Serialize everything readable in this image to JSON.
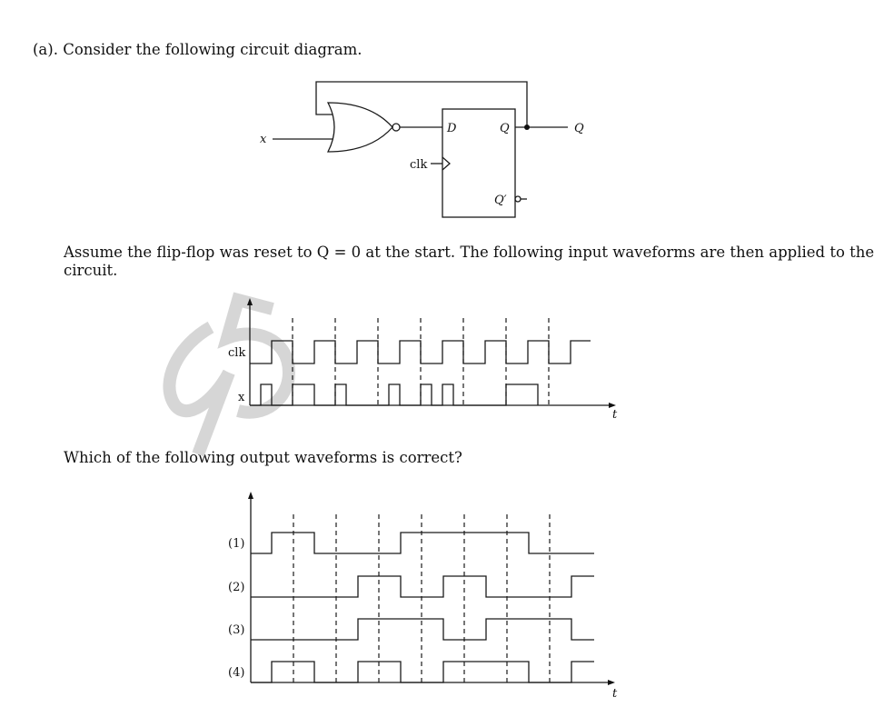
{
  "question": {
    "part_label": "(a).",
    "intro": "Consider the following circuit diagram.",
    "assumption_line1": "Assume the flip-flop was reset to Q = 0 at the start. The following input waveforms are then applied to the",
    "assumption_line2": "circuit.",
    "prompt": "Which of the following output waveforms is correct?"
  },
  "circuit": {
    "gate_type": "NOR",
    "input_label": "x",
    "flipflop_type": "D",
    "d_label": "D",
    "q_label": "Q",
    "qbar_label": "Q′",
    "clk_label": "clk",
    "output_label": "Q",
    "feedback": "Q fed back to NOR input"
  },
  "chart_data": [
    {
      "type": "line",
      "title": "Input waveforms",
      "xlabel": "t",
      "ylabel": "",
      "grid_dashed_at_clock_edges": 7,
      "series": [
        {
          "name": "clk",
          "edges_x": [
            0,
            0.5,
            1,
            1.5,
            2,
            2.5,
            3,
            3.5,
            4,
            4.5,
            5,
            5.5,
            6,
            6.5,
            7,
            7.5,
            8
          ],
          "levels": [
            0,
            1,
            0,
            1,
            0,
            1,
            0,
            1,
            0,
            1,
            0,
            1,
            0,
            1,
            0,
            1
          ]
        },
        {
          "name": "x",
          "pulses": [
            [
              0.25,
              0.5
            ],
            [
              1,
              1.5
            ],
            [
              2,
              2.25
            ],
            [
              3.25,
              3.5
            ],
            [
              4,
              4.25
            ],
            [
              4.5,
              4.75
            ],
            [
              6,
              6.5
            ]
          ]
        }
      ]
    },
    {
      "type": "line",
      "title": "Candidate output waveforms",
      "xlabel": "t",
      "ylabel": "",
      "series": [
        {
          "name": "(1)",
          "high_intervals": [
            [
              0.5,
              1.5
            ],
            [
              3.5,
              6.5
            ]
          ]
        },
        {
          "name": "(2)",
          "high_intervals": [
            [
              2.5,
              3.5
            ],
            [
              4.5,
              5.5
            ],
            [
              7.5,
              8
            ]
          ]
        },
        {
          "name": "(3)",
          "high_intervals": [
            [
              2.5,
              4.5
            ],
            [
              5.5,
              7.5
            ]
          ]
        },
        {
          "name": "(4)",
          "high_intervals": [
            [
              0.5,
              1.5
            ],
            [
              2.5,
              3.5
            ],
            [
              4.5,
              6.5
            ],
            [
              7.5,
              8
            ]
          ]
        }
      ]
    }
  ],
  "inputs_plot": {
    "clk_label": "clk",
    "x_label": "x",
    "t_label": "t"
  },
  "outputs_plot": {
    "labels": [
      "(1)",
      "(2)",
      "(3)",
      "(4)"
    ],
    "t_label": "t"
  },
  "watermark": "25"
}
